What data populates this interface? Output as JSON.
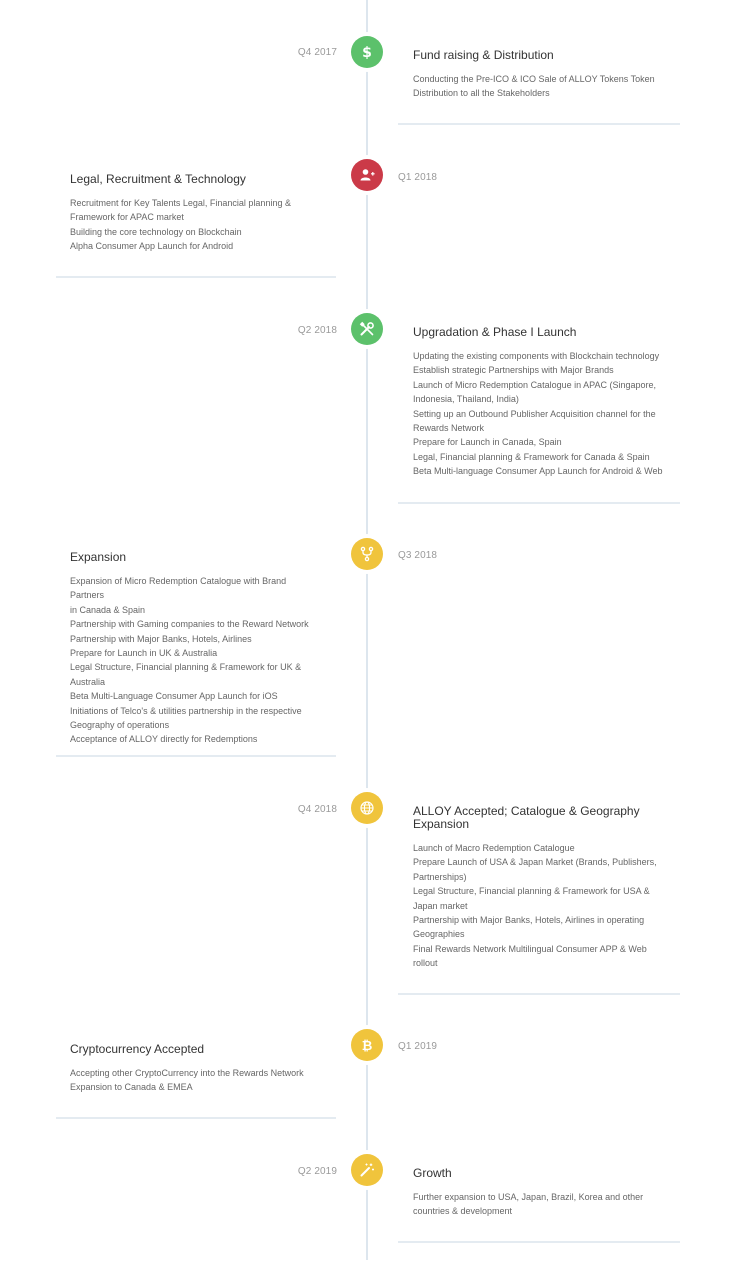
{
  "colors": {
    "green": "#5cc16b",
    "red": "#cb3a48",
    "yellow": "#f0c43c",
    "line": "#dde6ee"
  },
  "milestones": [
    {
      "date": "Q4 2017",
      "icon": "dollar-icon",
      "title": "Fund raising & Distribution",
      "lines": [
        "Conducting the Pre-ICO & ICO Sale of ALLOY Tokens Token",
        "Distribution to all the Stakeholders"
      ]
    },
    {
      "date": "Q1 2018",
      "icon": "add-user-icon",
      "title": "Legal, Recruitment & Technology",
      "lines": [
        "Recruitment for Key Talents Legal, Financial planning &",
        "Framework for APAC market",
        "Building the core technology on Blockchain",
        "Alpha Consumer App Launch for Android"
      ]
    },
    {
      "date": "Q2 2018",
      "icon": "tools-icon",
      "title": "Upgradation & Phase I Launch",
      "lines": [
        "Updating the existing components with Blockchain technology",
        "Establish strategic Partnerships with Major Brands",
        "Launch of Micro Redemption Catalogue in APAC (Singapore,",
        "Indonesia, Thailand, India)",
        "Setting up an Outbound Publisher Acquisition channel for the",
        "Rewards Network",
        "Prepare for Launch in Canada, Spain",
        "Legal, Financial planning & Framework for Canada & Spain",
        "Beta Multi-language Consumer App Launch for Android & Web"
      ]
    },
    {
      "date": "Q3 2018",
      "icon": "branch-icon",
      "title": "Expansion",
      "lines": [
        "Expansion of Micro Redemption Catalogue with Brand Partners",
        "in Canada & Spain",
        "Partnership with Gaming companies to the Reward Network",
        "Partnership with Major Banks, Hotels, Airlines",
        "Prepare for Launch in UK & Australia",
        "Legal Structure, Financial planning & Framework for UK &",
        "Australia",
        "Beta Multi-Language Consumer App Launch for iOS",
        "Initiations of Telco's & utilities partnership in the respective",
        "Geography of operations",
        "Acceptance of ALLOY directly for Redemptions"
      ]
    },
    {
      "date": "Q4 2018",
      "icon": "globe-icon",
      "title": "ALLOY Accepted; Catalogue & Geography Expansion",
      "lines": [
        "Launch of Macro Redemption Catalogue",
        "Prepare Launch of USA & Japan Market (Brands, Publishers,",
        "Partnerships)",
        "Legal Structure, Financial planning & Framework for USA &",
        "Japan market",
        "Partnership with Major Banks, Hotels, Airlines in operating",
        "Geographies",
        "Final Rewards Network Multilingual Consumer APP & Web",
        "rollout"
      ]
    },
    {
      "date": "Q1 2019",
      "icon": "bitcoin-icon",
      "title": "Cryptocurrency Accepted",
      "lines": [
        "Accepting other CryptoCurrency into the Rewards Network",
        "Expansion to Canada & EMEA"
      ]
    },
    {
      "date": "Q2 2019",
      "icon": "magic-wand-icon",
      "title": "Growth",
      "lines": [
        "Further expansion to USA, Japan, Brazil, Korea and other",
        "countries & development"
      ]
    }
  ]
}
